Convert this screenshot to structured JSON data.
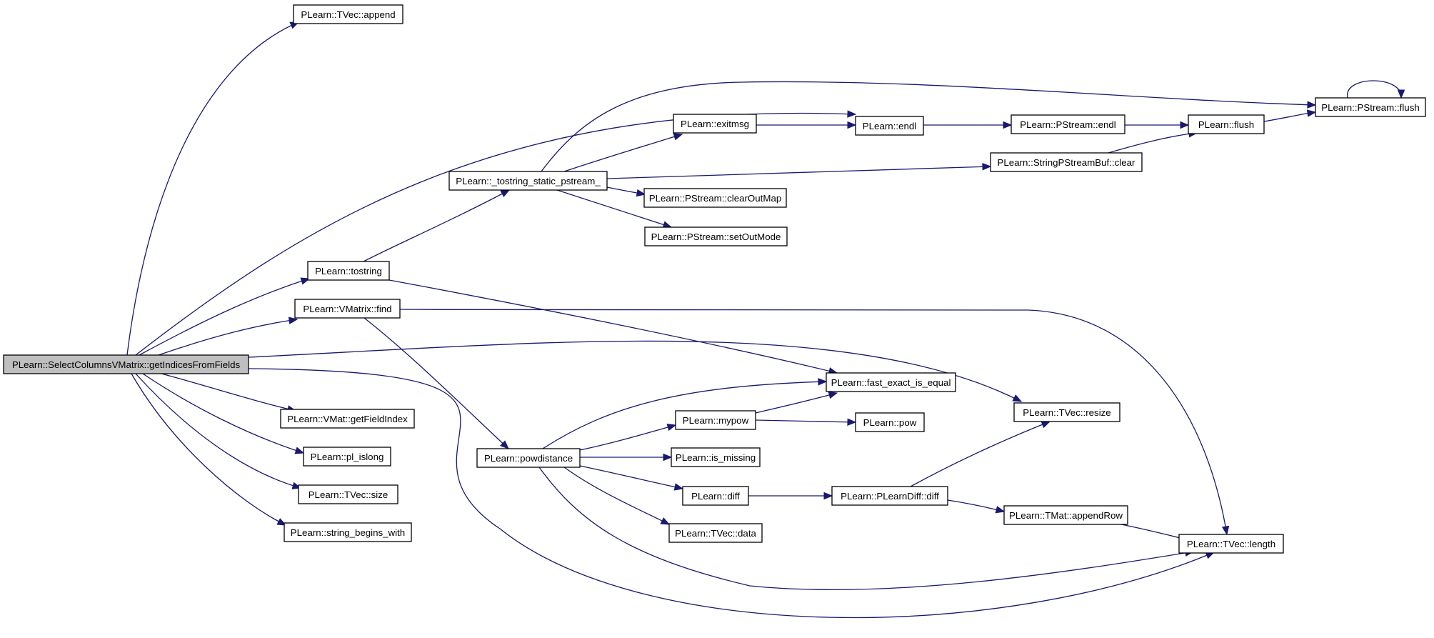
{
  "nodes": [
    {
      "id": "root",
      "label": "PLearn::SelectColumnsVMatrix::getIndicesFromFields",
      "highlighted": true
    },
    {
      "id": "tvec_append",
      "label": "PLearn::TVec::append"
    },
    {
      "id": "tostring",
      "label": "PLearn::tostring"
    },
    {
      "id": "vmatrix_find",
      "label": "PLearn::VMatrix::find"
    },
    {
      "id": "vmat_getfieldindex",
      "label": "PLearn::VMat::getFieldIndex"
    },
    {
      "id": "pl_islong",
      "label": "PLearn::pl_islong"
    },
    {
      "id": "tvec_size",
      "label": "PLearn::TVec::size"
    },
    {
      "id": "string_begins_with",
      "label": "PLearn::string_begins_with"
    },
    {
      "id": "tostring_static",
      "label": "PLearn::_tostring_static_pstream_"
    },
    {
      "id": "powdistance",
      "label": "PLearn::powdistance"
    },
    {
      "id": "exitmsg",
      "label": "PLearn::exitmsg"
    },
    {
      "id": "clearoutmap",
      "label": "PLearn::PStream::clearOutMap"
    },
    {
      "id": "setoutmode",
      "label": "PLearn::PStream::setOutMode"
    },
    {
      "id": "mypow",
      "label": "PLearn::mypow"
    },
    {
      "id": "is_missing",
      "label": "PLearn::is_missing"
    },
    {
      "id": "diff",
      "label": "PLearn::diff"
    },
    {
      "id": "tvec_data",
      "label": "PLearn::TVec::data"
    },
    {
      "id": "endl",
      "label": "PLearn::endl"
    },
    {
      "id": "fast_exact",
      "label": "PLearn::fast_exact_is_equal"
    },
    {
      "id": "pow",
      "label": "PLearn::pow"
    },
    {
      "id": "plearndiff",
      "label": "PLearn::PLearnDiff::diff"
    },
    {
      "id": "pstream_endl",
      "label": "PLearn::PStream::endl"
    },
    {
      "id": "spsb_clear",
      "label": "PLearn::StringPStreamBuf::clear"
    },
    {
      "id": "tmat_appendrow",
      "label": "PLearn::TMat::appendRow"
    },
    {
      "id": "flush",
      "label": "PLearn::flush"
    },
    {
      "id": "tvec_resize",
      "label": "PLearn::TVec::resize"
    },
    {
      "id": "tvec_length",
      "label": "PLearn::TVec::length"
    },
    {
      "id": "pstream_flush",
      "label": "PLearn::PStream::flush"
    }
  ],
  "edges": [
    {
      "from": "root",
      "to": "tvec_append"
    },
    {
      "from": "root",
      "to": "endl"
    },
    {
      "from": "root",
      "to": "tostring"
    },
    {
      "from": "root",
      "to": "vmatrix_find"
    },
    {
      "from": "root",
      "to": "tvec_resize"
    },
    {
      "from": "root",
      "to": "tvec_length"
    },
    {
      "from": "root",
      "to": "vmat_getfieldindex"
    },
    {
      "from": "root",
      "to": "pl_islong"
    },
    {
      "from": "root",
      "to": "tvec_size"
    },
    {
      "from": "root",
      "to": "string_begins_with"
    },
    {
      "from": "tostring",
      "to": "tostring_static"
    },
    {
      "from": "tostring",
      "to": "fast_exact"
    },
    {
      "from": "tostring_static",
      "to": "pstream_flush"
    },
    {
      "from": "tostring_static",
      "to": "exitmsg"
    },
    {
      "from": "tostring_static",
      "to": "spsb_clear"
    },
    {
      "from": "tostring_static",
      "to": "clearoutmap"
    },
    {
      "from": "tostring_static",
      "to": "setoutmode"
    },
    {
      "from": "exitmsg",
      "to": "endl"
    },
    {
      "from": "endl",
      "to": "pstream_endl"
    },
    {
      "from": "pstream_endl",
      "to": "flush"
    },
    {
      "from": "spsb_clear",
      "to": "flush"
    },
    {
      "from": "flush",
      "to": "pstream_flush"
    },
    {
      "from": "pstream_flush",
      "to": "pstream_flush"
    },
    {
      "from": "vmatrix_find",
      "to": "tvec_length"
    },
    {
      "from": "vmatrix_find",
      "to": "powdistance"
    },
    {
      "from": "powdistance",
      "to": "fast_exact"
    },
    {
      "from": "powdistance",
      "to": "mypow"
    },
    {
      "from": "powdistance",
      "to": "is_missing"
    },
    {
      "from": "powdistance",
      "to": "diff"
    },
    {
      "from": "powdistance",
      "to": "tvec_data"
    },
    {
      "from": "powdistance",
      "to": "tvec_length"
    },
    {
      "from": "mypow",
      "to": "fast_exact"
    },
    {
      "from": "mypow",
      "to": "pow"
    },
    {
      "from": "diff",
      "to": "plearndiff"
    },
    {
      "from": "plearndiff",
      "to": "tvec_resize"
    },
    {
      "from": "plearndiff",
      "to": "tmat_appendrow"
    },
    {
      "from": "tmat_appendrow",
      "to": "tvec_length"
    }
  ]
}
